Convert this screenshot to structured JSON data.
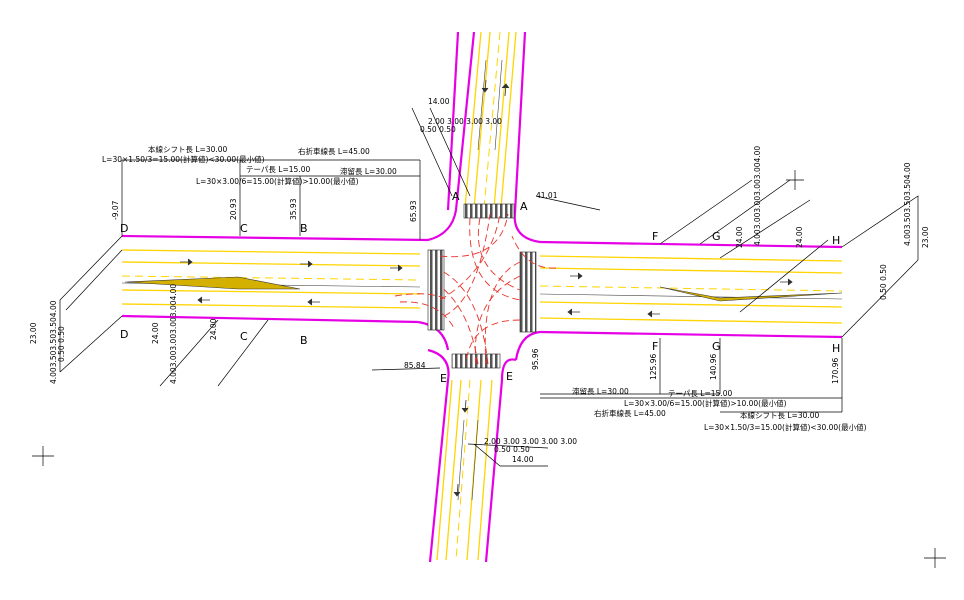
{
  "drawing": {
    "section_markers": [
      "D",
      "C",
      "B",
      "F",
      "G",
      "H",
      "A",
      "E"
    ],
    "labels_top_left": {
      "main_shift": "本線シフト長 L=30.00",
      "main_shift_calc": "L=30×1.50/3=15.00(計算値)<30.00(最小値)",
      "right_turn_lane": "右折車線長 L=45.00",
      "taper": "テーパ長 L=15.00",
      "taper_calc": "L=30×3.00/6=15.00(計算値)>10.00(最小値)",
      "storage": "滞留長 L=30.00"
    },
    "labels_bottom_right": {
      "storage": "滞留長 L=30.00",
      "taper": "テーパ長 L=15.00",
      "taper_calc": "L=30×3.00/6=15.00(計算値)>10.00(最小値)",
      "right_turn_lane": "右折車線長 L=45.00",
      "main_shift": "本線シフト長 L=30.00",
      "main_shift_calc": "L=30×1.50/3=15.00(計算値)<30.00(最小値)"
    },
    "stations_left": [
      "-9.07",
      "20.93",
      "35.93",
      "65.93"
    ],
    "stations_right": [
      "125.96",
      "140.96",
      "170.96"
    ],
    "station_top": "41.01",
    "station_bottom_left": "85.84",
    "station_bottom_right": "95.96",
    "top_width": "14.00",
    "bottom_width": "14.00",
    "top_lane_widths": "2.00 3.00 3.00 3.00",
    "top_lane_widths_2": "0.50 0.50",
    "bottom_lane_widths": "2.00 3.00 3.00 3.00 3.00",
    "bottom_lane_widths_2": "0.50 0.50",
    "left_width_total": "23.00",
    "left_lane_stack": "4.003.503.503.504.00",
    "left_lane_sub": "0.50 0.50",
    "left_width_24a": "24.00",
    "left_width_24b": "24.00",
    "left_stack_b": "4.003.003.003.003.004.00",
    "right_width_total": "23.00",
    "right_width_24a": "24.00",
    "right_width_24b": "24.00",
    "right_stack_a": "4.003.003.003.003.004.00",
    "right_stack_b": "4.003.503.503.504.00",
    "right_lane_sub": "0.50 0.50"
  }
}
